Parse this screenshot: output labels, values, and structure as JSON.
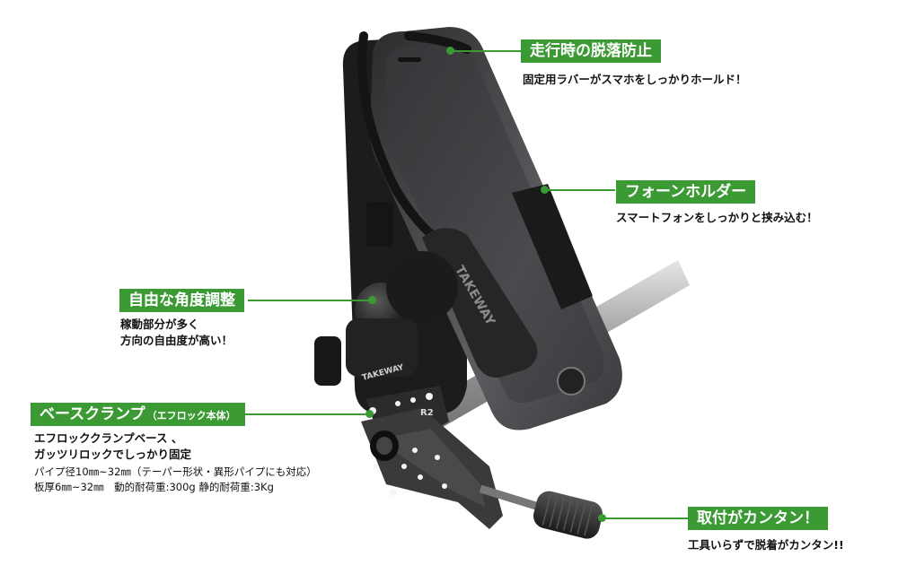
{
  "callouts": {
    "drop_prevention": {
      "title": "走行時の脱落防止",
      "desc": "固定用ラバーがスマホをしっかりホールド！"
    },
    "phone_holder": {
      "title": "フォーンホルダー",
      "desc": "スマートフォンをしっかりと挟み込む！"
    },
    "angle": {
      "title": "自由な角度調整",
      "desc_lines": [
        "稼動部分が多く",
        "方向の自由度が高い！"
      ]
    },
    "base_clamp": {
      "title": "ベースクランプ",
      "title_sub": "（エフロック本体）",
      "desc_lines": [
        "エフロッククランプベース 、",
        "ガッツリロックでしっかり固定"
      ],
      "spec_lines": [
        "パイプ径10㎜~32㎜（テーパー形状・異形パイプにも対応）",
        "板厚6㎜~32㎜　動的耐荷重:300g 静的耐荷重:3Kg"
      ]
    },
    "easy_mount": {
      "title": "取付がカンタン！",
      "desc": "工具いらずで脱着がカンタン!!"
    }
  },
  "product_labels": {
    "brand_grip": "TAKEWAY",
    "brand_head": "TAKEWAY",
    "clamp_model": "R2"
  },
  "colors": {
    "accent": "#3c9a35",
    "text": "#111111",
    "background": "#ffffff"
  }
}
